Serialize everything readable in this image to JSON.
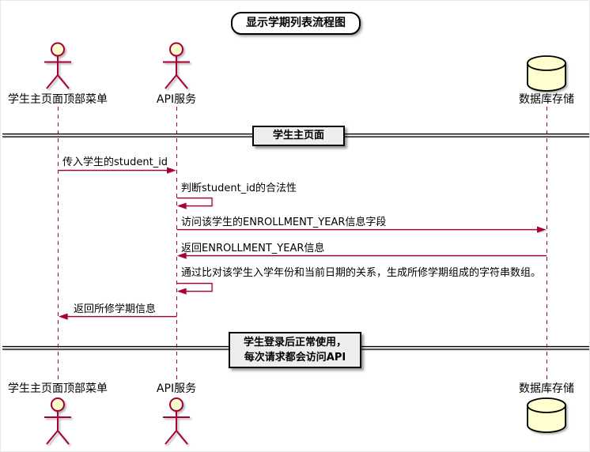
{
  "diagram": {
    "type": "sequence-diagram",
    "title": "显示学期列表流程图",
    "colors": {
      "accent": "#A80036",
      "participant_fill": "#FEFECE",
      "divider_fill": "#EEEEEE",
      "line": "#000000",
      "background": "#FFFFFF"
    },
    "participants": [
      {
        "label": "学生主页面顶部菜单",
        "type": "actor"
      },
      {
        "label": "API服务",
        "type": "actor"
      },
      {
        "label": "数据库存储",
        "type": "database"
      }
    ],
    "dividers": [
      {
        "lines": [
          "学生主页面"
        ]
      },
      {
        "lines": [
          "学生登录后正常使用，",
          "每次请求都会访问API"
        ]
      }
    ],
    "messages": [
      {
        "text": "传入学生的student_id",
        "from": "学生主页面顶部菜单",
        "to": "API服务",
        "kind": "call"
      },
      {
        "text": "判断student_id的合法性",
        "from": "API服务",
        "to": "API服务",
        "kind": "self"
      },
      {
        "text": "访问该学生的ENROLLMENT_YEAR信息字段",
        "from": "API服务",
        "to": "数据库存储",
        "kind": "call"
      },
      {
        "text": "返回ENROLLMENT_YEAR信息",
        "from": "数据库存储",
        "to": "API服务",
        "kind": "return"
      },
      {
        "text": "通过比对该学生入学年份和当前日期的关系，生成所修学期组成的字符串数组。",
        "from": "API服务",
        "to": "API服务",
        "kind": "self"
      },
      {
        "text": "返回所修学期信息",
        "from": "API服务",
        "to": "学生主页面顶部菜单",
        "kind": "return"
      }
    ]
  }
}
